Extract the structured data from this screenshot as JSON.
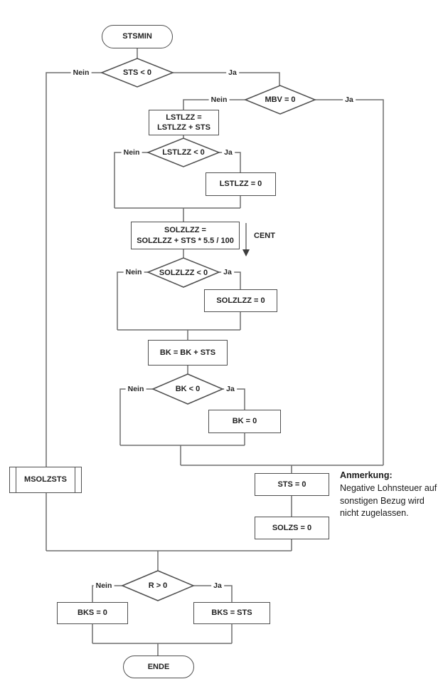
{
  "labels": {
    "nein": "Nein",
    "ja": "Ja",
    "cent": "CENT"
  },
  "nodes": {
    "start": "STSMIN",
    "sts_check": "STS < 0",
    "mbv_check": "MBV = 0",
    "lstlzz_add_line1": "LSTLZZ =",
    "lstlzz_add_line2": "LSTLZZ + STS",
    "lstlzz_check": "LSTLZZ < 0",
    "lstlzz_zero": "LSTLZZ = 0",
    "solzlzz_add_line1": "SOLZLZZ =",
    "solzlzz_add_line2": "SOLZLZZ + STS * 5.5 / 100",
    "solzlzz_check": "SOLZLZZ < 0",
    "solzlzz_zero": "SOLZLZZ = 0",
    "bk_add": "BK = BK + STS",
    "bk_check": "BK < 0",
    "bk_zero": "BK = 0",
    "msolzsts": "MSOLZSTS",
    "sts_zero": "STS = 0",
    "solzs_zero": "SOLZS = 0",
    "r_check": "R > 0",
    "bks_zero": "BKS = 0",
    "bks_sts": "BKS = STS",
    "end": "ENDE"
  },
  "note": {
    "title": "Anmerkung:",
    "line1": "Negative Lohnsteuer auf",
    "line2": "sonstigen Bezug wird",
    "line3": "nicht zugelassen."
  },
  "colors": {
    "connector": "#6e6e6e",
    "shape_border": "#4f4f4f",
    "text": "#1a1a1a",
    "background": "#ffffff"
  }
}
